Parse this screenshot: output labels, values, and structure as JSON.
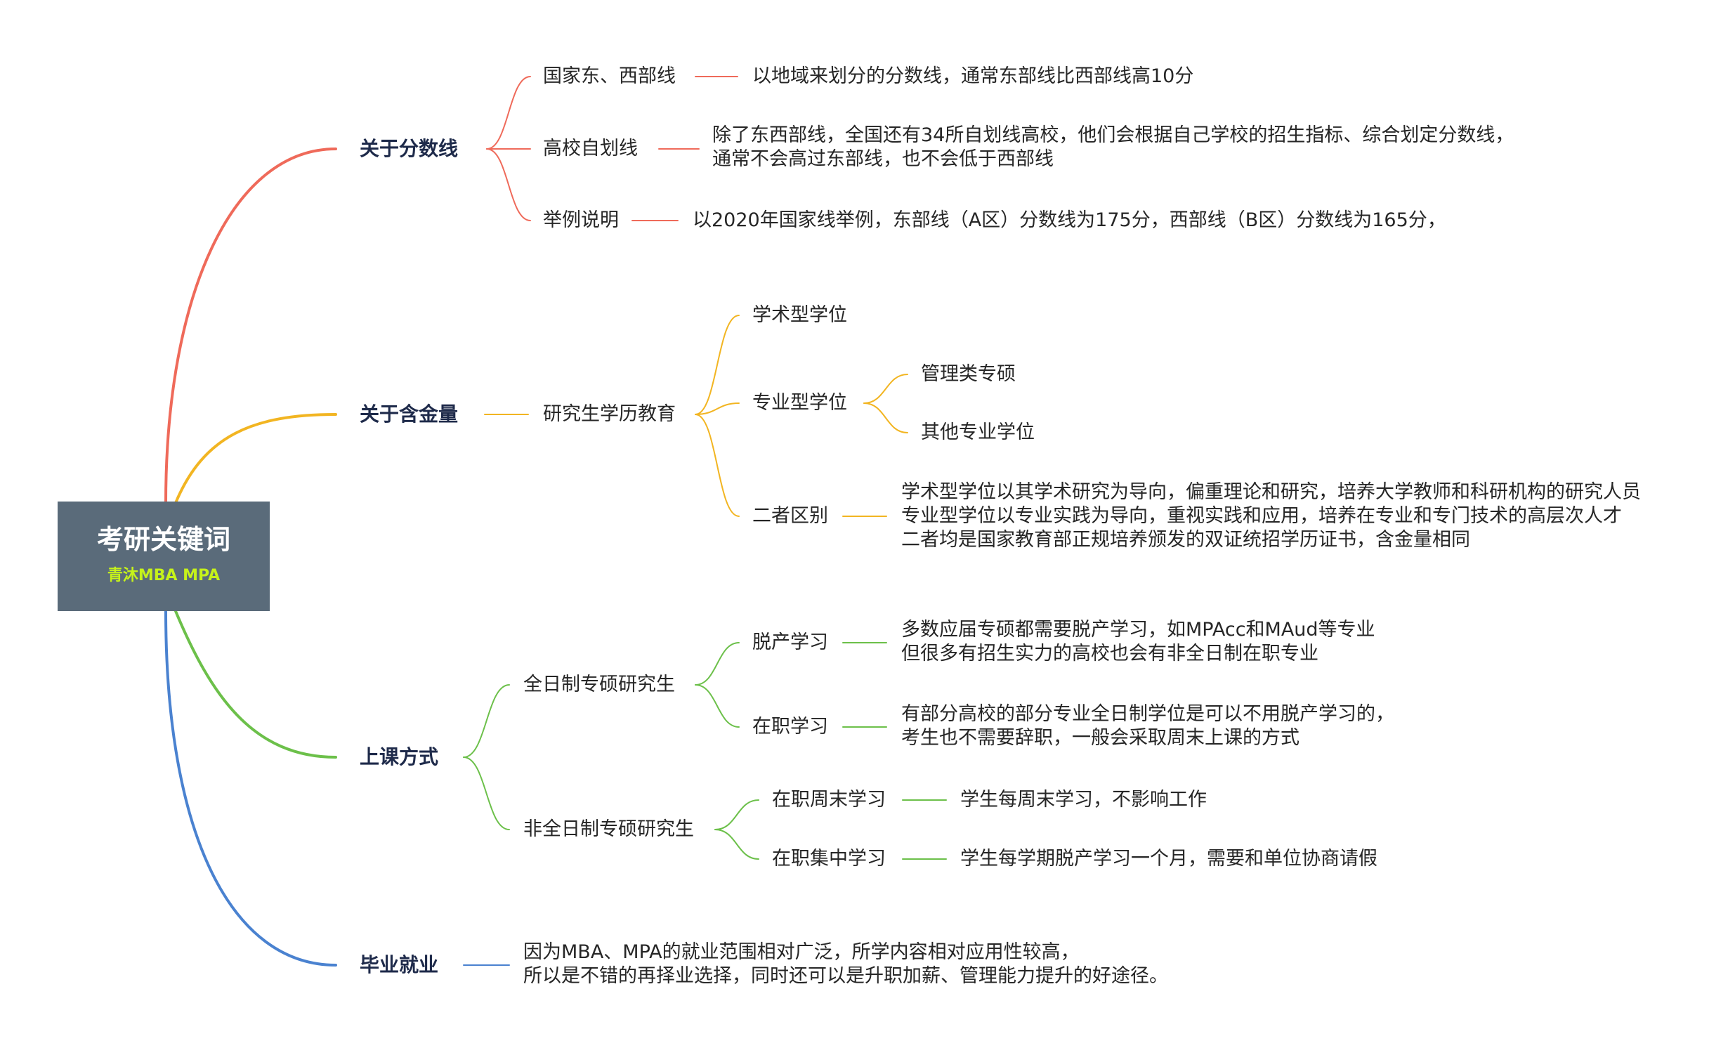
{
  "root": {
    "title": "考研关键词",
    "subtitle": "青沐MBA MPA"
  },
  "colors": {
    "score": "#ef6a5a",
    "value": "#f2b522",
    "class": "#6cc04a",
    "job": "#4a82d0",
    "root_bg": "#5a6b7a",
    "subtitle": "#c6f21a"
  },
  "branches": {
    "score": {
      "label": "关于分数线",
      "items": [
        {
          "label": "国家东、西部线",
          "desc": "以地域来划分的分数线，通常东部线比西部线高10分"
        },
        {
          "label": "高校自划线",
          "desc": [
            "除了东西部线，全国还有34所自划线高校，他们会根据自己学校的招生指标、综合划定分数线，",
            "通常不会高过东部线，也不会低于西部线"
          ]
        },
        {
          "label": "举例说明",
          "desc": "以2020年国家线举例，东部线（A区）分数线为175分，西部线（B区）分数线为165分，"
        }
      ]
    },
    "value": {
      "label": "关于含金量",
      "child": "研究生学历教育",
      "academic": "学术型学位",
      "professional": {
        "label": "专业型学位",
        "items": [
          "管理类专硕",
          "其他专业学位"
        ]
      },
      "diff": {
        "label": "二者区别",
        "desc": [
          "学术型学位以其学术研究为导向，偏重理论和研究，培养大学教师和科研机构的研究人员",
          "专业型学位以专业实践为导向，重视实践和应用，培养在专业和专门技术的高层次人才",
          "二者均是国家教育部正规培养颁发的双证统招学历证书，含金量相同"
        ]
      }
    },
    "class": {
      "label": "上课方式",
      "fulltime": {
        "label": "全日制专硕研究生",
        "items": [
          {
            "label": "脱产学习",
            "desc": [
              "多数应届专硕都需要脱产学习，如MPAcc和MAud等专业",
              "但很多有招生实力的高校也会有非全日制在职专业"
            ]
          },
          {
            "label": "在职学习",
            "desc": [
              "有部分高校的部分专业全日制学位是可以不用脱产学习的，",
              "考生也不需要辞职，一般会采取周末上课的方式"
            ]
          }
        ]
      },
      "parttime": {
        "label": "非全日制专硕研究生",
        "items": [
          {
            "label": "在职周末学习",
            "desc": "学生每周末学习，不影响工作"
          },
          {
            "label": "在职集中学习",
            "desc": "学生每学期脱产学习一个月，需要和单位协商请假"
          }
        ]
      }
    },
    "job": {
      "label": "毕业就业",
      "desc": [
        "因为MBA、MPA的就业范围相对广泛，所学内容相对应用性较高，",
        "所以是不错的再择业选择，同时还可以是升职加薪、管理能力提升的好途径。"
      ]
    }
  }
}
